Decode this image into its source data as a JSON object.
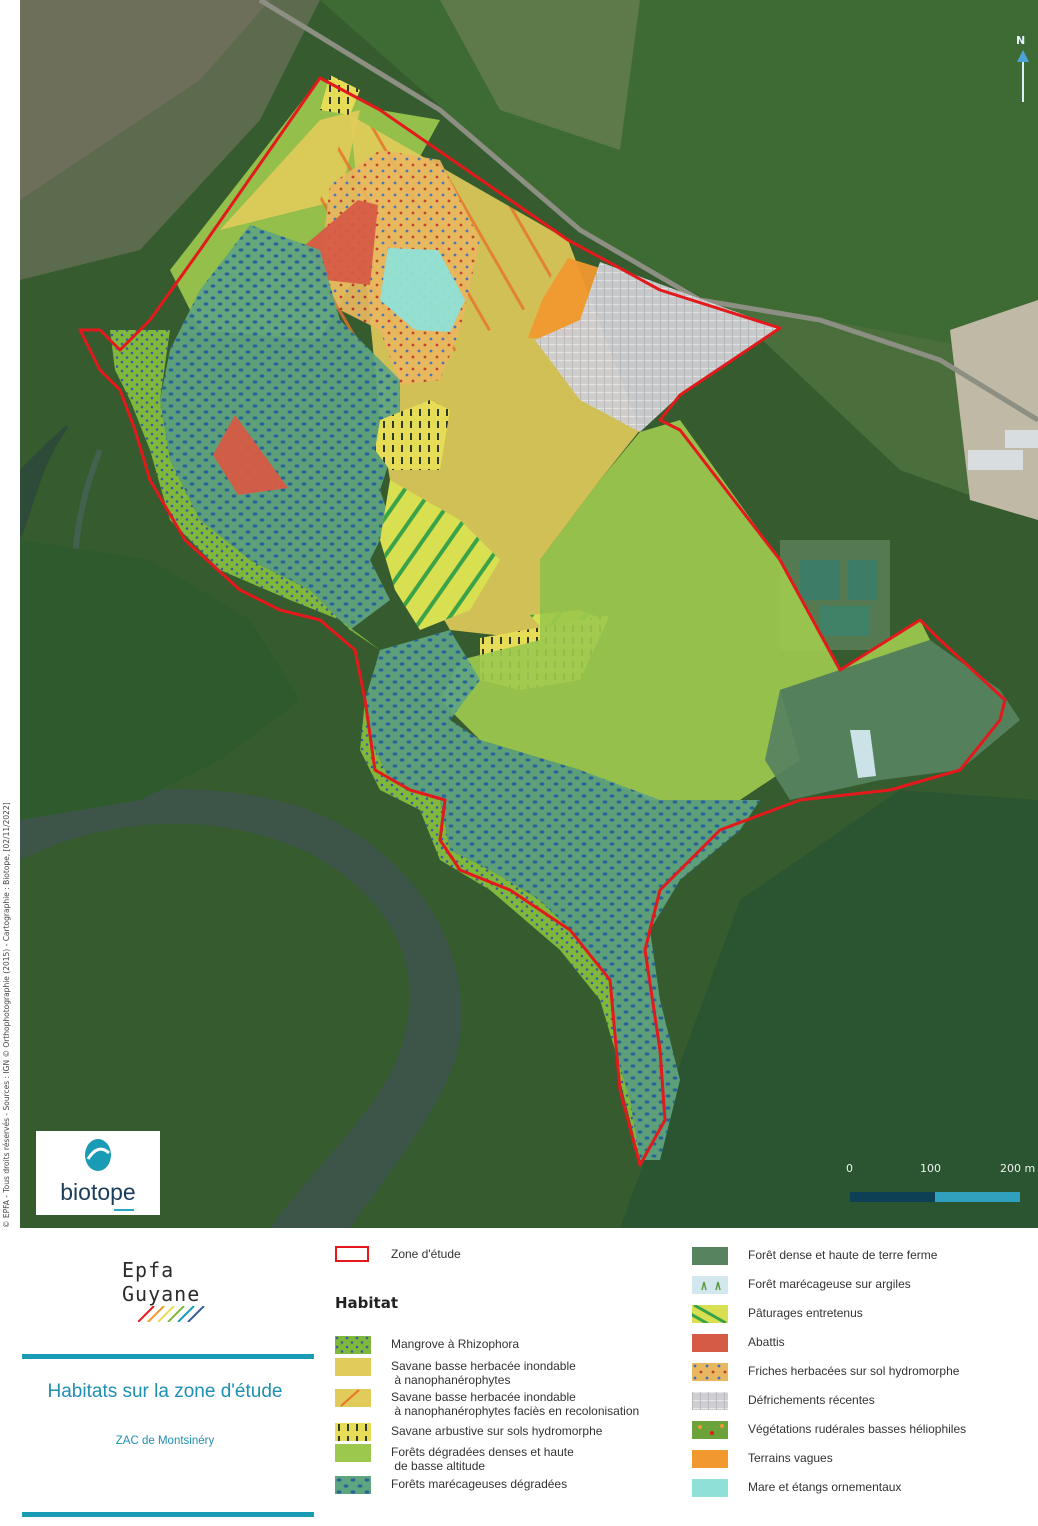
{
  "copyright": "© EPFA - Tous droits réservés - Sources : IGN © Orthophotographie (2015) - Cartographie : Biotope, [02/11/2022]",
  "north_label": "N",
  "logo_biotope": "biotope",
  "scale": {
    "labels": [
      "0",
      "100",
      "200 m"
    ]
  },
  "epfa": {
    "line1": "Epfa",
    "line2": "Guyane"
  },
  "title": "Habitats sur la zone d'étude",
  "subtitle": "ZAC de Montsinéry",
  "legend": {
    "zone": "Zone d'étude",
    "habitat_heading": "Habitat",
    "col1": [
      {
        "label": "Mangrove à Rhizophora",
        "color": "#7fb83a"
      },
      {
        "label": "Savane basse herbacée inondable",
        "label2": "à nanophanérophytes",
        "color": "#e1cb5a"
      },
      {
        "label": "Savane basse herbacée inondable",
        "label2": "à nanophanérophytes faciès en recolonisation",
        "color": "#e1cb5a"
      },
      {
        "label": "Savane arbustive sur sols hydromorphe",
        "color": "#e7dc55"
      },
      {
        "label": "Forêts dégradées denses et haute",
        "label2": "de basse altitude",
        "color": "#9cc84e"
      },
      {
        "label": "Forêts marécageuses dégradées",
        "color": "#5fa580"
      }
    ],
    "col2": [
      {
        "label": "Forêt dense et haute de terre ferme",
        "color": "#57835f"
      },
      {
        "label": "Forêt marécageuse sur argiles",
        "color": "#d2e7ee"
      },
      {
        "label": "Pâturages entretenus",
        "color": "#d8df50"
      },
      {
        "label": "Abattis",
        "color": "#d65b44"
      },
      {
        "label": "Friches herbacées sur sol hydromorphe",
        "color": "#eec863"
      },
      {
        "label": "Défrichements récentes",
        "color": "#d9d9d9"
      },
      {
        "label": "Végétations rudérales basses héliophiles",
        "color": "#6ba33a"
      },
      {
        "label": "Terrains vagues",
        "color": "#f1992f"
      },
      {
        "label": "Mare et étangs ornementaux",
        "color": "#8fe0d6"
      }
    ]
  },
  "colors": {
    "zone_outline": "#e3191c",
    "accent": "#1a9bb5"
  }
}
